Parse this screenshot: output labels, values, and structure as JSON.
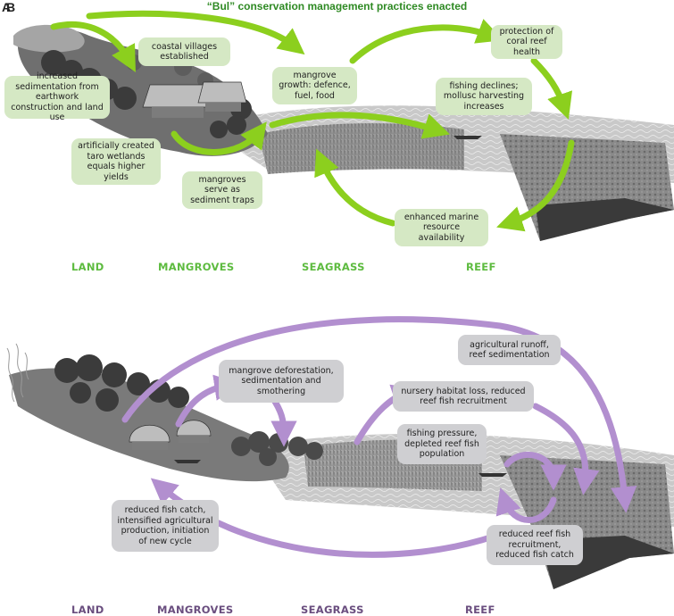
{
  "panels": [
    {
      "letter": "A",
      "title": "“Bul” conservation management practices enacted",
      "boxes": [
        {
          "id": "coastal-villages",
          "text": "coastal villages established"
        },
        {
          "id": "increased-sedimentation",
          "text": "increased sedimentation from earthwork construction and land use"
        },
        {
          "id": "mangrove-growth",
          "text": "mangrove growth: defence, fuel, food"
        },
        {
          "id": "protection-coral",
          "text": "protection of coral reef health"
        },
        {
          "id": "fishing-declines",
          "text": "fishing declines; mollusc harvesting increases"
        },
        {
          "id": "taro-wetlands",
          "text": "artificially created taro wetlands equals higher yields"
        },
        {
          "id": "sediment-traps",
          "text": "mangroves serve as sediment traps"
        },
        {
          "id": "marine-resource",
          "text": "enhanced marine resource availability"
        }
      ],
      "zones": [
        "LAND",
        "MANGROVES",
        "SEAGRASS",
        "REEF"
      ]
    },
    {
      "letter": "B",
      "boxes": [
        {
          "id": "agricultural-runoff",
          "text": "agricultural runoff, reef sedimentation"
        },
        {
          "id": "mangrove-deforestation",
          "text": "mangrove deforestation, sedimentation and smothering"
        },
        {
          "id": "nursery-habitat",
          "text": "nursery habitat loss, reduced reef fish recruitment"
        },
        {
          "id": "fishing-pressure",
          "text": "fishing pressure, depleted reef fish population"
        },
        {
          "id": "reduced-fish-catch",
          "text": "reduced fish catch, intensified agricultural production, initiation of new cycle"
        },
        {
          "id": "reduced-reef-recruitment",
          "text": "reduced reef fish recruitment, reduced fish catch"
        }
      ],
      "zones": [
        "LAND",
        "MANGROVES",
        "SEAGRASS",
        "REEF"
      ]
    }
  ],
  "colors": {
    "green_arrow": "#8ccf1e",
    "purple_arrow": "#b28fcf",
    "green_box": "#d5e8c4",
    "grey_box": "#cfcfd2",
    "green_label": "#5dbb3f",
    "purple_label": "#6a4e7f"
  }
}
